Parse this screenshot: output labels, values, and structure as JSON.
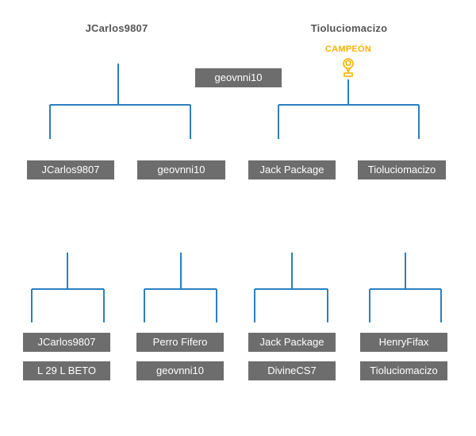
{
  "semifinals": {
    "left_title": "JCarlos9807",
    "right_title": "Tioluciomacizo"
  },
  "champion": {
    "label": "CAMPEÓN",
    "icon": "trophy-icon"
  },
  "final": {
    "player": "geovnni10"
  },
  "semifinal_players": [
    "JCarlos9807",
    "geovnni10",
    "Jack Package",
    "Tioluciomacizo"
  ],
  "quarterfinals": [
    {
      "top": "JCarlos9807",
      "bottom": "L 29 L BETO"
    },
    {
      "top": "Perro Fifero",
      "bottom": "geovnni10"
    },
    {
      "top": "Jack Package",
      "bottom": "DivineCS7"
    },
    {
      "top": "HenryFifax",
      "bottom": "Tioluciomacizo"
    }
  ],
  "colors": {
    "line": "#2a7fc1",
    "box": "#6d6d6d",
    "box_text": "#ffffff",
    "title": "#555555",
    "champion": "#f4b400"
  }
}
